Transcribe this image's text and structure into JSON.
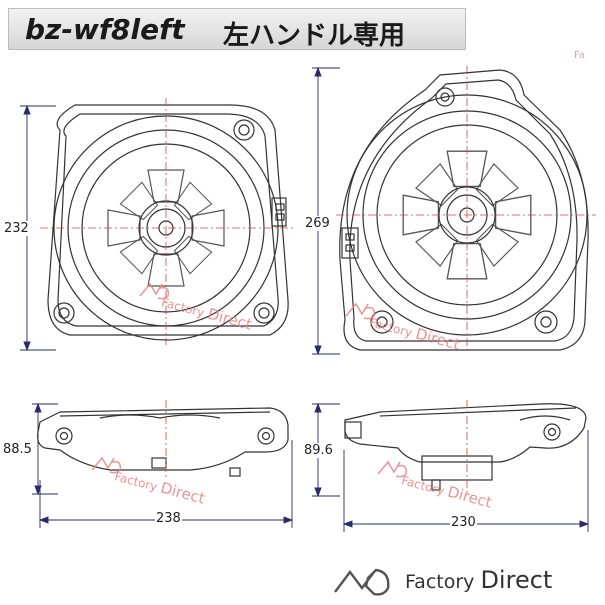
{
  "header": {
    "title": "bz-wf8left",
    "subtitle": "左ハンドル専用"
  },
  "corner_tag": "Fa",
  "dimensions": {
    "left_height": "232",
    "right_height": "269",
    "left_side_height": "88.5",
    "right_side_height": "89.6",
    "left_width": "238",
    "right_width": "230"
  },
  "watermark": {
    "prefix": "Factory",
    "suffix": "Direct"
  },
  "brand": {
    "name_part1": "Factory",
    "name_part2": "Direct"
  },
  "colors": {
    "outline": "#333333",
    "dimension_line": "#2a2a6a",
    "centerline": "#e04040",
    "watermark": "#e88080"
  }
}
